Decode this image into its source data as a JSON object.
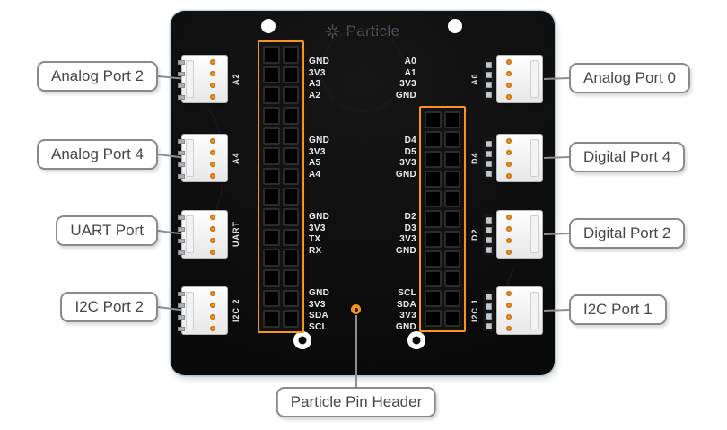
{
  "board": {
    "logo_text": "Particle",
    "logo_icon": "particle-burst-icon"
  },
  "ports": {
    "left": [
      {
        "callout": "Analog Port 2",
        "silkscreen": "A2",
        "pins": [
          "GND",
          "3V3",
          "A3",
          "A2"
        ]
      },
      {
        "callout": "Analog Port 4",
        "silkscreen": "A4",
        "pins": [
          "GND",
          "3V3",
          "A5",
          "A4"
        ]
      },
      {
        "callout": "UART Port",
        "silkscreen": "UART",
        "pins": [
          "GND",
          "3V3",
          "TX",
          "RX"
        ]
      },
      {
        "callout": "I2C Port 2",
        "silkscreen": "I2C 2",
        "pins": [
          "GND",
          "3V3",
          "SDA",
          "SCL"
        ]
      }
    ],
    "right": [
      {
        "callout": "Analog Port 0",
        "silkscreen": "A0",
        "pins": [
          "A0",
          "A1",
          "3V3",
          "GND"
        ]
      },
      {
        "callout": "Digital Port 4",
        "silkscreen": "D4",
        "pins": [
          "D4",
          "D5",
          "3V3",
          "GND"
        ]
      },
      {
        "callout": "Digital Port 2",
        "silkscreen": "D2",
        "pins": [
          "D2",
          "D3",
          "3V3",
          "GND"
        ]
      },
      {
        "callout": "I2C Port 1",
        "silkscreen": "I2C 1",
        "pins": [
          "SCL",
          "SDA",
          "3V3",
          "GND"
        ]
      }
    ]
  },
  "bottom_callout": {
    "label": "Particle Pin Header"
  },
  "colors": {
    "board_black": "#0c0c0c",
    "accent_orange": "#f7941d",
    "callout_border": "#8a8a8a",
    "callout_text": "#474747",
    "silkscreen_white": "#ededed",
    "logo_gray": "#4b515a"
  }
}
